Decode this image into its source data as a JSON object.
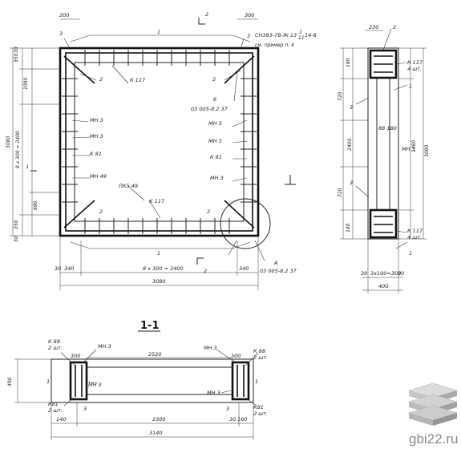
{
  "plan": {
    "top": {
      "d200": "200",
      "d300": "300",
      "n1": "1",
      "n3a": "3",
      "n3b": "3"
    },
    "note": {
      "line1": "СН393-78-Ж 13",
      "frac_top": "1",
      "frac_bot": "11",
      "tail": "14-8",
      "line2": "см. пример п. 4"
    },
    "labels": {
      "k117a": "К 117",
      "k117b": "К 117",
      "n2a": "2",
      "n2b": "2",
      "n2c": "2",
      "ref6": "6",
      "ref6_doc": "03 005-8.2  37",
      "mn3a": "МН 3",
      "mn3b": "МН 3",
      "mn3c": "МН 3",
      "mn3d": "МН 3",
      "k81a": "К 81",
      "k81b": "К 81",
      "mn49": "МН 49",
      "mn3e": "МН 3",
      "pk549": "ПК5 49",
      "n1b": "1",
      "cut_a": "1",
      "cut_b": "1",
      "n2d": "2",
      "refA": "А",
      "refA_doc": "03 005-8.2  37",
      "sect2a": "2",
      "sect2b": "2"
    },
    "dims_left": {
      "d350a": "350",
      "d1090": "1090",
      "d3080": "3080",
      "d8x300": "8 x 300 = 2400",
      "d690": "690",
      "d350b": "350",
      "d30a": "30",
      "d30b": "30"
    },
    "dims_bottom": {
      "d30": "30",
      "d340a": "340",
      "d8x300": "8 x 300 = 2400",
      "d340b": "340",
      "d3080": "3080"
    }
  },
  "side": {
    "labels": {
      "d230": "230",
      "n2": "2",
      "k117a": "К 117",
      "k117a_cnt": "4 шт.",
      "n1a": "1",
      "n3a": "3",
      "mn3": "МН 3",
      "n3b": "3",
      "k117b": "К 117",
      "k117b_cnt": "4 шт.",
      "n1b": "1",
      "d88_180": "88 180"
    },
    "dims_left": {
      "d180a": "180",
      "d720a": "720",
      "d2400": "2400",
      "d720b": "720",
      "d180b": "180"
    },
    "dims_right": {
      "d1480": "1480",
      "d3080": "3080"
    },
    "dims_bottom": {
      "d30": "30",
      "d3x100": "3x100=300",
      "d30b": "30",
      "d400": "400"
    }
  },
  "section": {
    "title": "1-1",
    "labels": {
      "k88a": "К 88",
      "k88a_cnt": "2 шт.",
      "mn3a": "МН 3",
      "d2520": "2520",
      "mn3b": "МН 3",
      "k88b": "К 88",
      "k88b_cnt": "2 шт.",
      "mn3c": "МН 3",
      "mn3d": "МН 3",
      "k81a": "К81",
      "k81a_cnt": "2 шт.",
      "k81b": "К81",
      "k81b_cnt": "2 шт.",
      "n3a": "3",
      "n3b": "3",
      "n1a": "1",
      "n1b": "1",
      "d300a": "300",
      "d300b": "300"
    },
    "dims": {
      "d490": "490",
      "d2300": "2300",
      "d3140": "3140",
      "d140": "140",
      "d160": "160",
      "d30": "30"
    }
  },
  "watermark": "gbi22.ru"
}
